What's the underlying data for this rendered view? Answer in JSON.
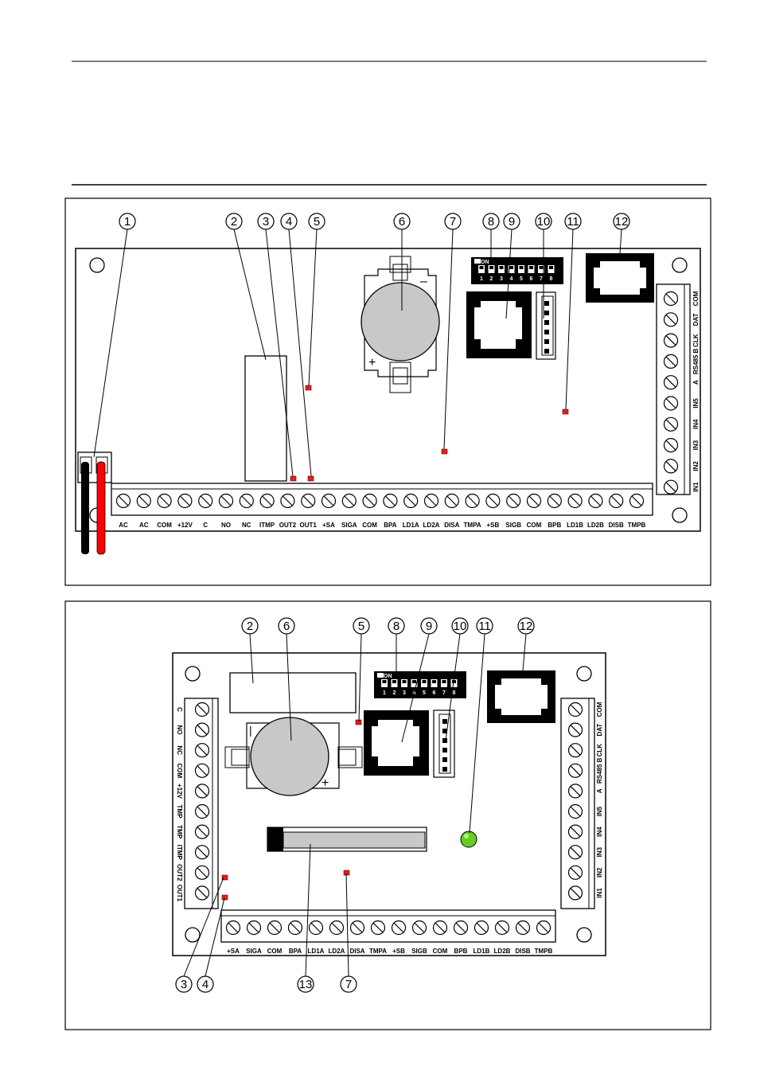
{
  "colors": {
    "led_red": "#e0201c",
    "led_green": "#66cc22",
    "wire_red": "#ff0000",
    "wire_black": "#000000",
    "battery": "#c8c8c8"
  },
  "diagram1": {
    "bottom_terminals": [
      "AC",
      "AC",
      "COM",
      "+12V",
      "C",
      "NO",
      "NC",
      "ITMP",
      "OUT2",
      "OUT1",
      "+SA",
      "SIGA",
      "COM",
      "BPA",
      "LD1A",
      "LD2A",
      "DISA",
      "TMPA",
      "+SB",
      "SIGB",
      "COM",
      "BPB",
      "LD1B",
      "LD2B",
      "DISB",
      "TMPB"
    ],
    "right_terminals": [
      "COM",
      "DAT",
      "CLK",
      "RS485 B",
      "A",
      "IN5",
      "IN4",
      "IN3",
      "IN2",
      "IN1"
    ],
    "callouts": [
      "1",
      "2",
      "3",
      "4",
      "5",
      "6",
      "7",
      "8",
      "9",
      "10",
      "11",
      "12"
    ],
    "dip_on": "ON",
    "dip_numbers": [
      "1",
      "2",
      "3",
      "4",
      "5",
      "6",
      "7",
      "8"
    ],
    "battery_plus": "+",
    "battery_minus": "–"
  },
  "diagram2": {
    "bottom_terminals": [
      "+SA",
      "SIGA",
      "COM",
      "BPA",
      "LD1A",
      "LD2A",
      "DISA",
      "TMPA",
      "+SB",
      "SIGB",
      "COM",
      "BPB",
      "LD1B",
      "LD2B",
      "DISB",
      "TMPB"
    ],
    "left_terminals": [
      "C",
      "NO",
      "NC",
      "COM",
      "+12V",
      "TMP",
      "TMP",
      "ITMP",
      "OUT2",
      "OUT1"
    ],
    "right_terminals": [
      "COM",
      "DAT",
      "CLK",
      "RS485 B",
      "A",
      "IN5",
      "IN4",
      "IN3",
      "IN2",
      "IN1"
    ],
    "callouts_top": [
      "2",
      "6",
      "5",
      "8",
      "9",
      "10",
      "11",
      "12"
    ],
    "callouts_bottom": [
      "3",
      "4",
      "13",
      "7"
    ],
    "dip_on": "ON",
    "dip_numbers": [
      "1",
      "2",
      "3",
      "4",
      "5",
      "6",
      "7",
      "8"
    ],
    "battery_plus": "+",
    "battery_minus": "|"
  }
}
